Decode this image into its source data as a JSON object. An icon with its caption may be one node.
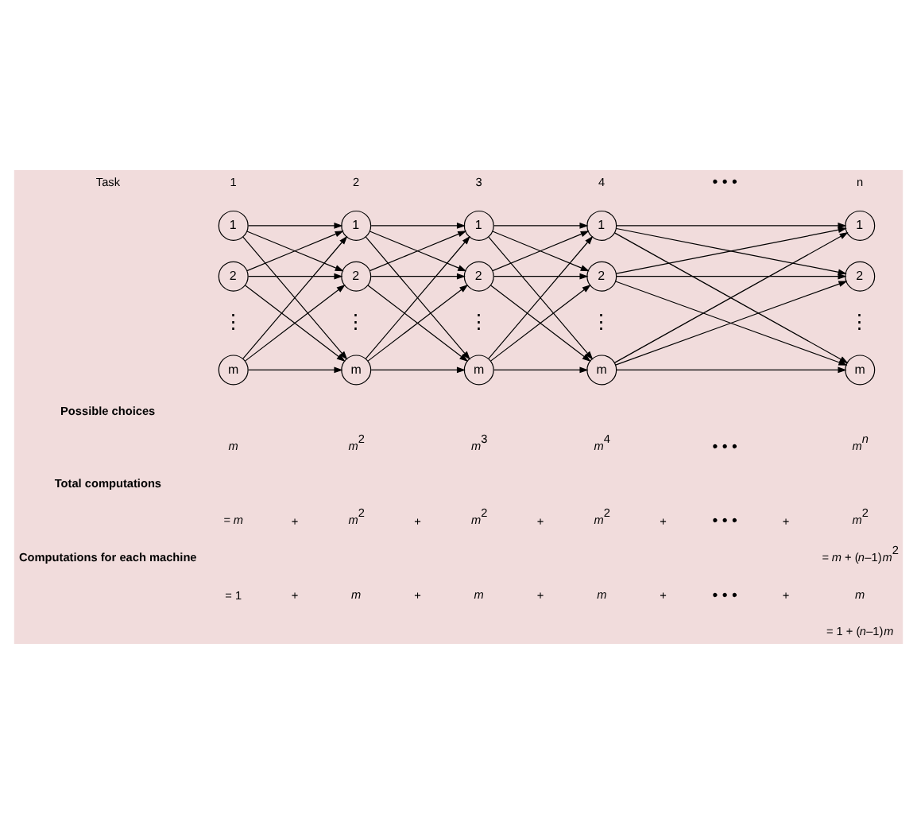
{
  "diagram": {
    "nodes": [
      {
        "text": [
          "1"
        ]
      },
      {
        "text": [
          "2"
        ]
      },
      {
        "text": [
          "m"
        ]
      },
      {
        "text": [
          "1"
        ]
      },
      {
        "text": [
          "2"
        ]
      },
      {
        "text": [
          "m"
        ]
      },
      {
        "text": [
          "1"
        ]
      },
      {
        "text": [
          "2"
        ]
      },
      {
        "text": [
          "m"
        ]
      },
      {
        "text": [
          "1"
        ]
      },
      {
        "text": [
          "2"
        ]
      },
      {
        "text": [
          "m"
        ]
      },
      {
        "text": [
          "1"
        ]
      },
      {
        "text": [
          "2"
        ]
      },
      {
        "text": [
          "m"
        ]
      }
    ],
    "edges": [
      {
        "from": 0,
        "to": 3,
        "arrow": "to"
      },
      {
        "from": 0,
        "to": 4,
        "arrow": "to"
      },
      {
        "from": 0,
        "to": 5,
        "arrow": "to"
      },
      {
        "from": 1,
        "to": 3,
        "arrow": "to"
      },
      {
        "from": 1,
        "to": 4,
        "arrow": "to"
      },
      {
        "from": 1,
        "to": 5,
        "arrow": "to"
      },
      {
        "from": 2,
        "to": 3,
        "arrow": "to"
      },
      {
        "from": 2,
        "to": 4,
        "arrow": "to"
      },
      {
        "from": 2,
        "to": 5,
        "arrow": "to"
      },
      {
        "from": 3,
        "to": 6,
        "arrow": "to"
      },
      {
        "from": 3,
        "to": 7,
        "arrow": "to"
      },
      {
        "from": 3,
        "to": 8,
        "arrow": "to"
      },
      {
        "from": 4,
        "to": 6,
        "arrow": "to"
      },
      {
        "from": 4,
        "to": 7,
        "arrow": "to"
      },
      {
        "from": 4,
        "to": 8,
        "arrow": "to"
      },
      {
        "from": 5,
        "to": 6,
        "arrow": "to"
      },
      {
        "from": 5,
        "to": 7,
        "arrow": "to"
      },
      {
        "from": 5,
        "to": 8,
        "arrow": "to"
      },
      {
        "from": 6,
        "to": 9,
        "arrow": "to"
      },
      {
        "from": 6,
        "to": 10,
        "arrow": "to"
      },
      {
        "from": 6,
        "to": 11,
        "arrow": "to"
      },
      {
        "from": 7,
        "to": 9,
        "arrow": "to"
      },
      {
        "from": 7,
        "to": 10,
        "arrow": "to"
      },
      {
        "from": 7,
        "to": 11,
        "arrow": "to"
      },
      {
        "from": 8,
        "to": 9,
        "arrow": "to"
      },
      {
        "from": 8,
        "to": 10,
        "arrow": "to"
      },
      {
        "from": 8,
        "to": 11,
        "arrow": "to"
      },
      {
        "from": 9,
        "to": 12,
        "arrow": "to"
      },
      {
        "from": 9,
        "to": 13,
        "arrow": "to"
      },
      {
        "from": 9,
        "to": 14,
        "arrow": "to"
      },
      {
        "from": 10,
        "to": 12,
        "arrow": "to"
      },
      {
        "from": 10,
        "to": 13,
        "arrow": "to"
      },
      {
        "from": 10,
        "to": 14,
        "arrow": "to"
      },
      {
        "from": 11,
        "to": 12,
        "arrow": "to"
      },
      {
        "from": 11,
        "to": 13,
        "arrow": "to"
      },
      {
        "from": 11,
        "to": 14,
        "arrow": "to"
      }
    ],
    "labels": [
      "Task",
      "1",
      "2",
      "3",
      "4",
      "• • •",
      "n",
      "⋮",
      "⋮",
      "⋮",
      "⋮",
      "⋮",
      "Possible choices",
      "m",
      "*m*$^{2}$",
      "*m*$^{3}$",
      "*m*$^{4}$",
      "• • •",
      "m$^{n}$",
      "Total computations",
      "= *m*",
      "+",
      "*m*$^{2}$",
      "+",
      "*m*$^{2}$",
      "+",
      "*m*$^{2}$",
      "+",
      "• • •",
      "+",
      "*m*$^{2}$",
      "Computations for each machine",
      "= *m* + (*n*–1)*m*$^{2}$",
      "= 1",
      "+",
      "m",
      "+",
      "m",
      "+",
      "m",
      "+",
      "• • •",
      "+",
      "m",
      "= 1 + (*n*–1)*m*"
    ]
  }
}
